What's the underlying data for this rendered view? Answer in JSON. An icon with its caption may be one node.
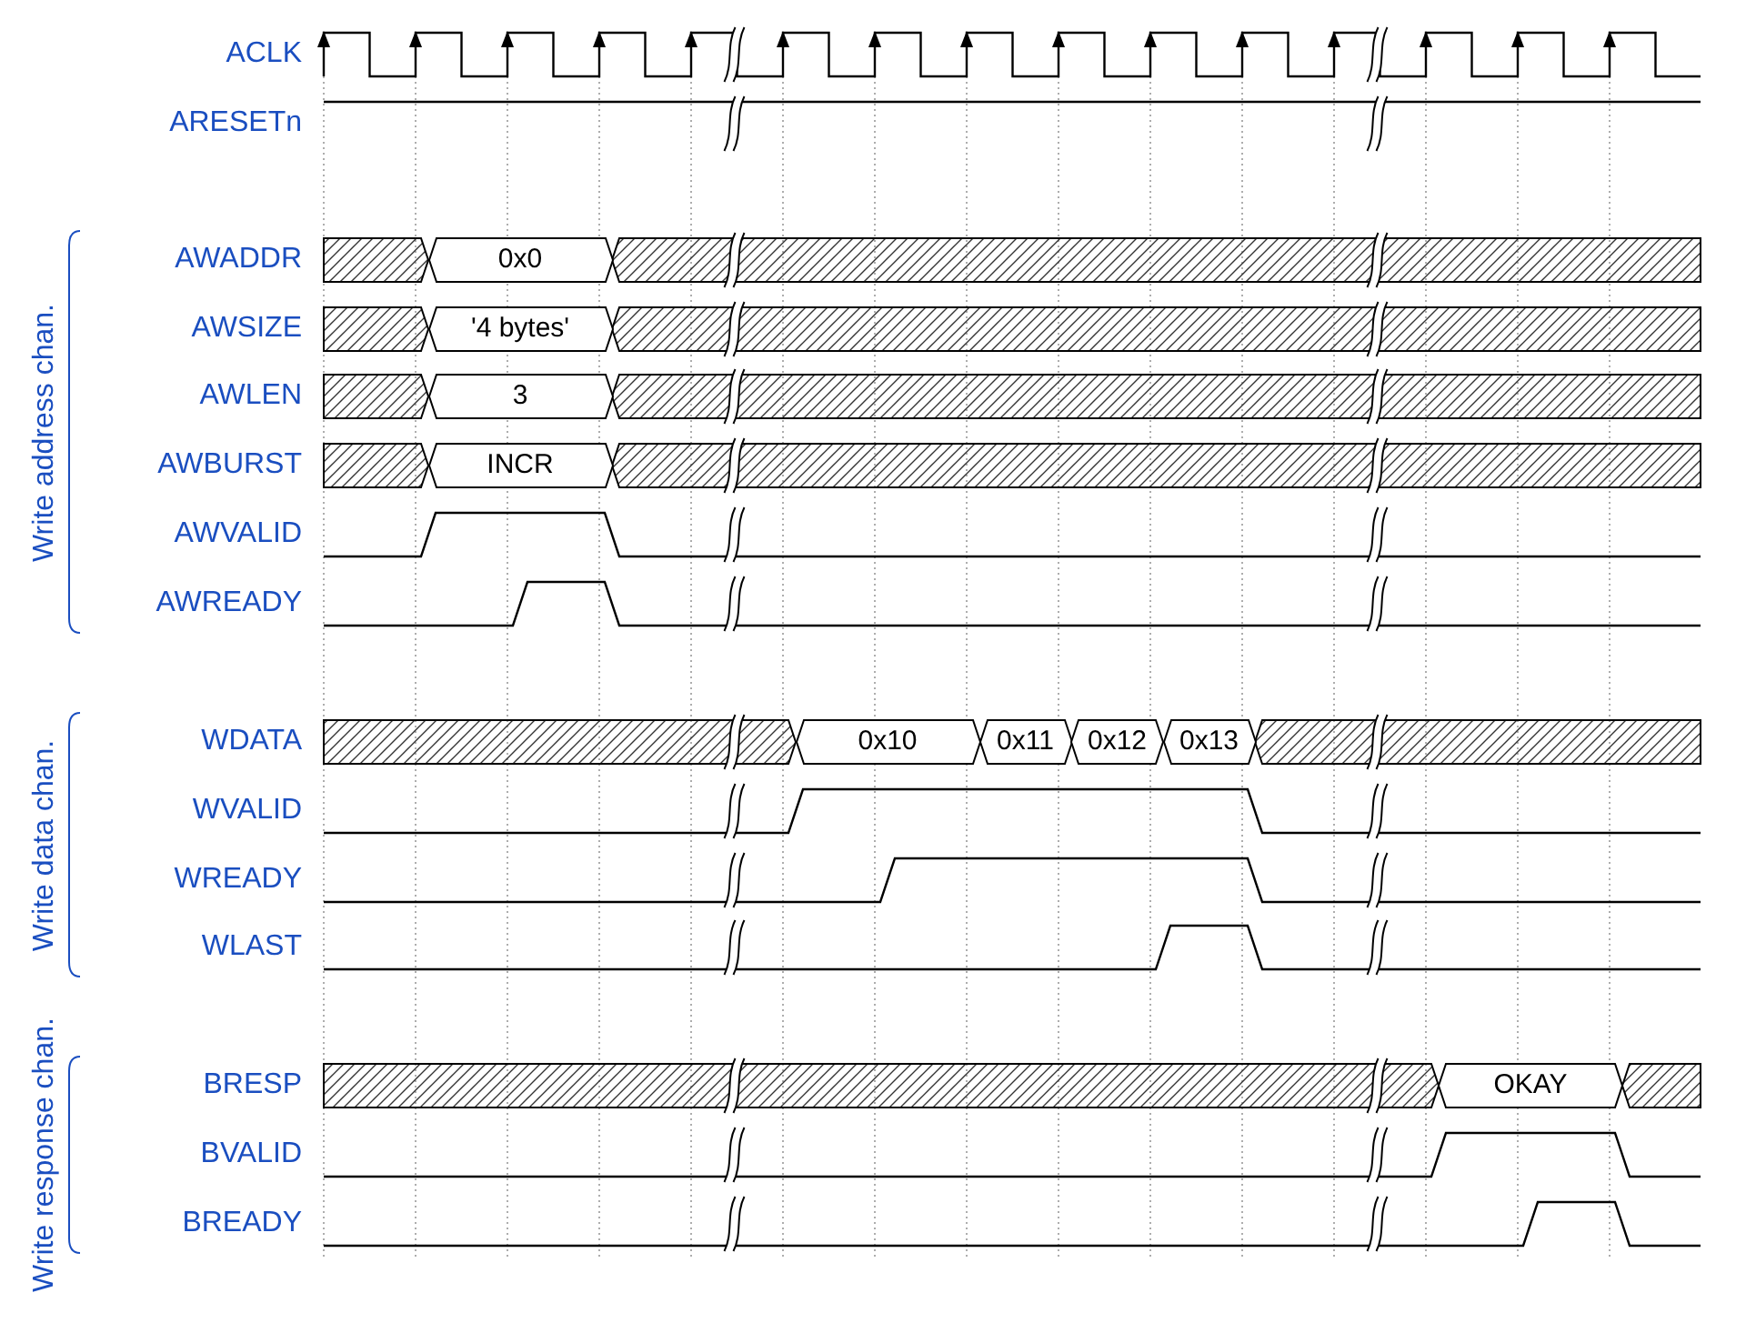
{
  "diagram": {
    "nodes": [
      {
        "text": [
          "0x0"
        ]
      },
      {
        "text": [
          "'4 bytes'"
        ]
      },
      {
        "text": [
          "3"
        ]
      },
      {
        "text": [
          "INCR"
        ]
      },
      {
        "text": [
          "0x10"
        ]
      },
      {
        "text": [
          "0x11"
        ]
      },
      {
        "text": [
          "0x12"
        ]
      },
      {
        "text": [
          "0x13"
        ]
      },
      {
        "text": [
          "OKAY"
        ]
      }
    ],
    "labels": [
      "ACLK",
      "ARESETn",
      "Write address chan.",
      "AWADDR",
      "AWSIZE",
      "AWLEN",
      "AWBURST",
      "AWVALID",
      "AWREADY",
      "Write data chan.",
      "WDATA",
      "WVALID",
      "WREADY",
      "WLAST",
      "Write response chan.",
      "BRESP",
      "BVALID",
      "BREADY"
    ]
  }
}
